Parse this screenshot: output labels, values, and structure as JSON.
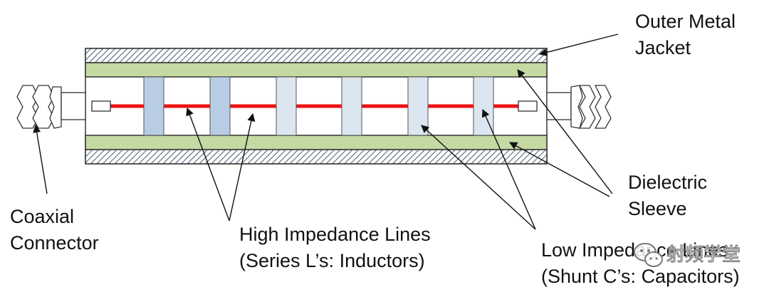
{
  "labels": {
    "outer_jacket": [
      "Outer Metal",
      "Jacket"
    ],
    "dielectric_sleeve": [
      "Dielectric",
      "Sleeve"
    ],
    "coaxial_connector": [
      "Coaxial",
      "Connector"
    ],
    "high_impedance": [
      "High Impedance Lines",
      "(Series L’s: Inductors)"
    ],
    "low_impedance": [
      "Low Impedance Lines",
      "(Shunt C’s: Capacitors)"
    ]
  },
  "watermark": {
    "text": "射频学堂",
    "icon": "wechat-icon"
  },
  "colors": {
    "dielectric": "#c5d9a2",
    "low_impedance_section": "#b8cce4",
    "low_impedance_section_light": "#dce6f1",
    "center_conductor": "#ee1111",
    "outline": "#333333"
  }
}
